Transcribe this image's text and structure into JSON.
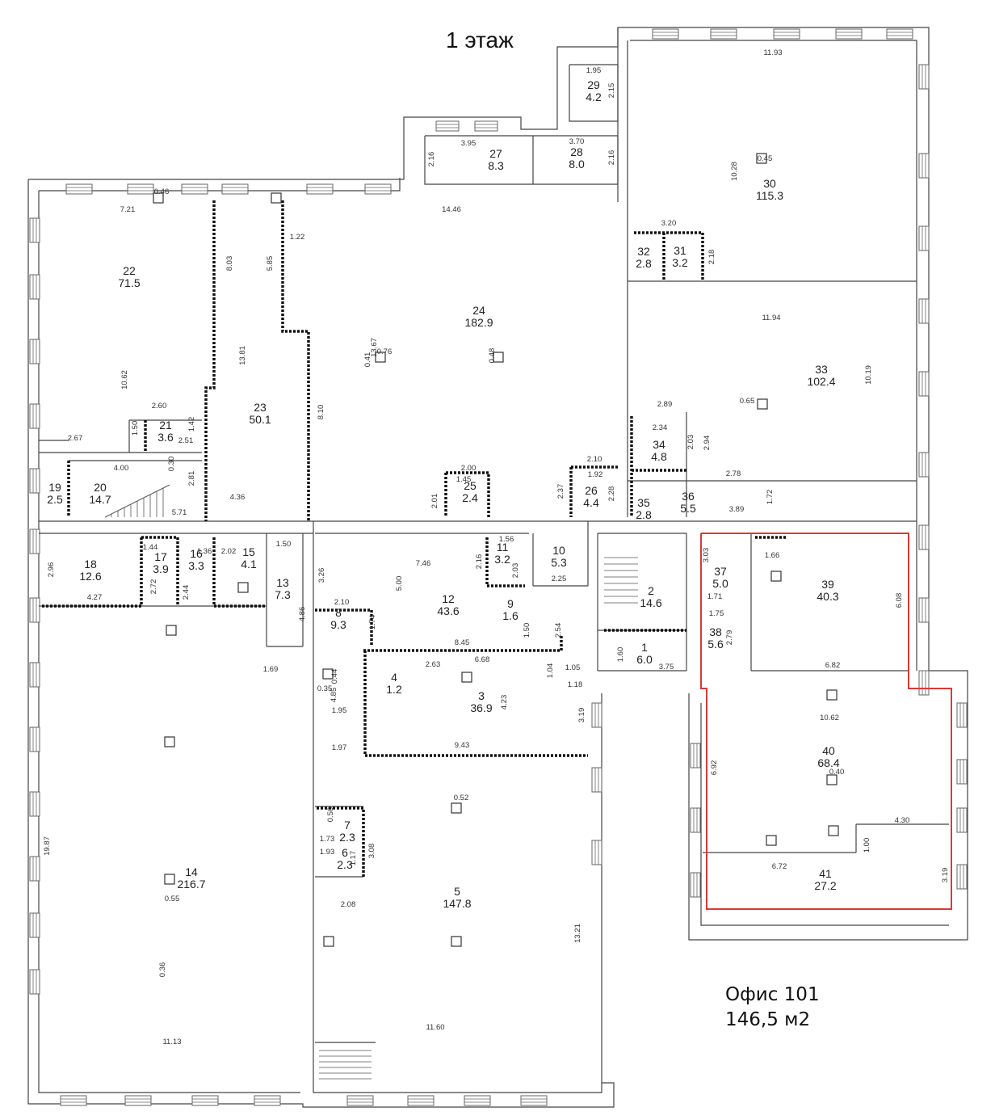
{
  "header": {
    "floor_title": "1 этаж"
  },
  "office": {
    "name": "Офис 101",
    "area": "146,5 м2"
  },
  "colors": {
    "highlight": "#d83a3a",
    "walls": "#444444",
    "heavy_walls": "#111111"
  },
  "rooms": [
    {
      "n": "2",
      "a": "14.6"
    },
    {
      "n": "1",
      "a": "6.0"
    },
    {
      "n": "3",
      "a": "36.9"
    },
    {
      "n": "4",
      "a": "1.2"
    },
    {
      "n": "5",
      "a": "147.8"
    },
    {
      "n": "6",
      "a": "2.3"
    },
    {
      "n": "7",
      "a": "2.3"
    },
    {
      "n": "8",
      "a": "9.3"
    },
    {
      "n": "9",
      "a": "1.6"
    },
    {
      "n": "10",
      "a": "5.3"
    },
    {
      "n": "11",
      "a": "3.2"
    },
    {
      "n": "12",
      "a": "43.6"
    },
    {
      "n": "13",
      "a": "7.3"
    },
    {
      "n": "14",
      "a": "216.7"
    },
    {
      "n": "15",
      "a": "4.1"
    },
    {
      "n": "16",
      "a": "3.3"
    },
    {
      "n": "17",
      "a": "3.9"
    },
    {
      "n": "18",
      "a": "12.6"
    },
    {
      "n": "19",
      "a": "2.5"
    },
    {
      "n": "20",
      "a": "14.7"
    },
    {
      "n": "21",
      "a": "3.6"
    },
    {
      "n": "22",
      "a": "71.5"
    },
    {
      "n": "23",
      "a": "50.1"
    },
    {
      "n": "24",
      "a": "182.9"
    },
    {
      "n": "25",
      "a": "2.4"
    },
    {
      "n": "26",
      "a": "4.4"
    },
    {
      "n": "27",
      "a": "8.3"
    },
    {
      "n": "28",
      "a": "8.0"
    },
    {
      "n": "29",
      "a": "4.2"
    },
    {
      "n": "30",
      "a": "115.3"
    },
    {
      "n": "31",
      "a": "3.2"
    },
    {
      "n": "32",
      "a": "2.8"
    },
    {
      "n": "33",
      "a": "102.4"
    },
    {
      "n": "34",
      "a": "4.8"
    },
    {
      "n": "35",
      "a": "2.8"
    },
    {
      "n": "36",
      "a": "5.5"
    },
    {
      "n": "37",
      "a": "5.0"
    },
    {
      "n": "38",
      "a": "5.6"
    },
    {
      "n": "39",
      "a": "40.3"
    },
    {
      "n": "40",
      "a": "68.4"
    },
    {
      "n": "41",
      "a": "27.2"
    }
  ],
  "dimensions": [
    "11.93",
    "10.28",
    "1.95",
    "2.15",
    "3.95",
    "2.16",
    "3.70",
    "2.16",
    "7.21",
    "14.46",
    "3.20",
    "2.18",
    "11.94",
    "10.19",
    "8.03",
    "5.85",
    "1.22",
    "13.81",
    "13.67",
    "0.46",
    "0.41",
    "0.76",
    "0.48",
    "10.62",
    "2.60",
    "1.50",
    "1.42",
    "2.51",
    "2.67",
    "4.00",
    "0.30",
    "2.81",
    "5.71",
    "4.36",
    "8.10",
    "2.00",
    "1.45",
    "2.01",
    "2.10",
    "1.92",
    "2.37",
    "2.28",
    "2.34",
    "2.03",
    "2.94",
    "2.89",
    "2.78",
    "1.72",
    "3.89",
    "1.44",
    "2.72",
    "1.36",
    "2.44",
    "2.02",
    "1.50",
    "4.86",
    "4.27",
    "2.96",
    "1.56",
    "2.16",
    "2.03",
    "7.46",
    "5.00",
    "3.26",
    "1.69",
    "1.74",
    "2.10",
    "8.45",
    "6.68",
    "2.63",
    "1.04",
    "1.05",
    "1.18",
    "2.54",
    "3.19",
    "4.23",
    "9.43",
    "1.97",
    "1.95",
    "4.85",
    "0.35",
    "0.44",
    "1.50",
    "3.75",
    "3.03",
    "1.66",
    "1.71",
    "1.75",
    "2.79",
    "6.08",
    "6.82",
    "10.62",
    "6.92",
    "0.40",
    "4.30",
    "1.00",
    "6.72",
    "3.19",
    "19.87",
    "11.13",
    "11.60",
    "13.21",
    "0.55",
    "0.52",
    "2.25",
    "1.60",
    "0.65",
    "0.45",
    "3.08",
    "2.08",
    "1.93",
    "1.17",
    "1.73",
    "0.50",
    "0.36"
  ]
}
